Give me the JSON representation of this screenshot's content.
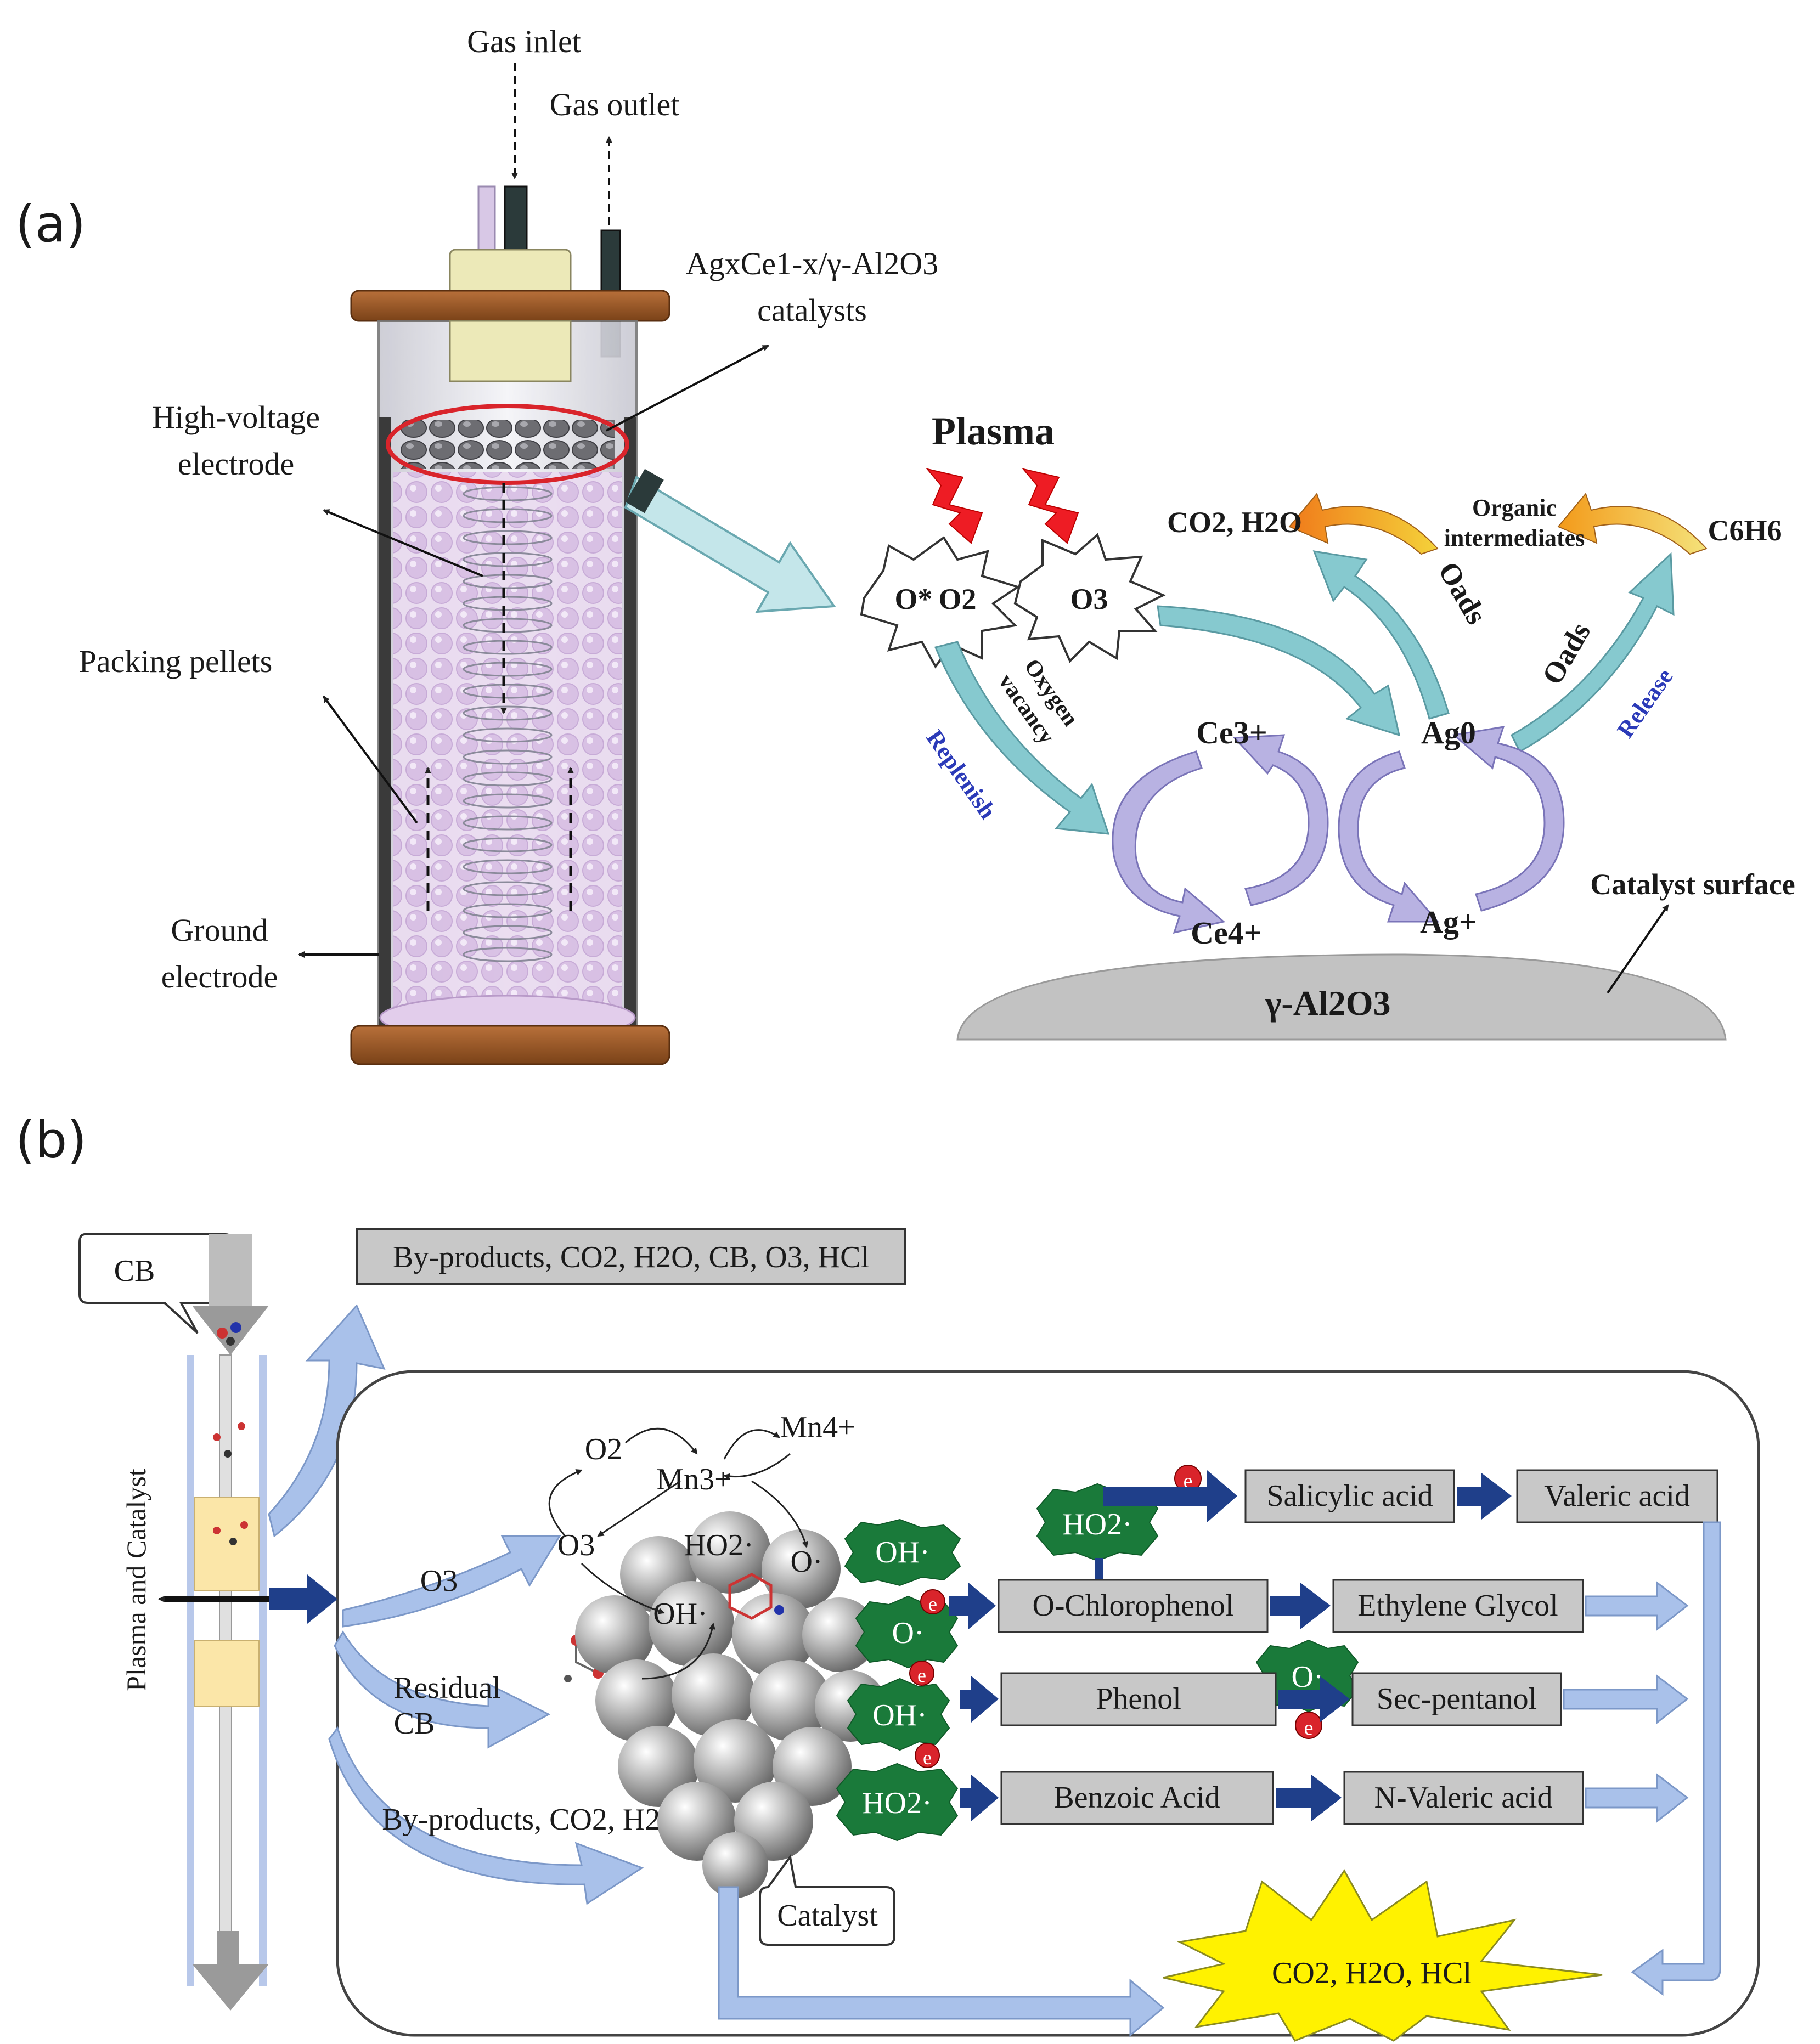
{
  "panel_a": {
    "label": "(a)",
    "gas_inlet": "Gas inlet",
    "gas_outlet": "Gas outlet",
    "catalyst_1": "AgxCe1-x/γ-Al2O3",
    "catalyst_2": "catalysts",
    "hv_1": "High-voltage",
    "hv_2": "electrode",
    "packing": "Packing pellets",
    "ground_1": "Ground",
    "ground_2": "electrode",
    "plasma": "Plasma",
    "o_star": "O*",
    "o2": "O2",
    "o3": "O3",
    "co2_h2o": "CO2, H2O",
    "organic_1": "Organic",
    "organic_2": "intermediates",
    "c6h6": "C6H6",
    "oads": "Oads",
    "oxygen_1": "Oxygen",
    "oxygen_2": "vacancy",
    "replenish": "Replenish",
    "release": "Release",
    "ce3": "Ce3+",
    "ce4": "Ce4+",
    "ag0": "Ag0",
    "agp": "Ag+",
    "catalyst_surface": "Catalyst surface",
    "support": "γ-Al2O3"
  },
  "panel_b": {
    "label": "(b)",
    "cb": "CB",
    "byproducts_top": "By-products, CO2, H2O, CB, O3, HCl",
    "plasma_catalyst": "Plasma and Catalyst",
    "o2": "O2",
    "mn4": "Mn4+",
    "mn3": "Mn3+",
    "o3": "O3",
    "ho2": "HO2·",
    "o_dot": "O·",
    "oh": "OH·",
    "o3_arrow": "O3",
    "residual_1": "Residual",
    "residual_2": "CB",
    "byproducts_bottom": "By-products, CO2, H2O",
    "catalyst": "Catalyst",
    "e": "e",
    "salicylic": "Salicylic acid",
    "valeric": "Valeric acid",
    "chlorophenol": "O-Chlorophenol",
    "ethylene": "Ethylene Glycol",
    "phenol": "Phenol",
    "secpentanol": "Sec-pentanol",
    "benzoic": "Benzoic Acid",
    "nvaleric": "N-Valeric acid",
    "final": "CO2, H2O, HCl"
  },
  "colors": {
    "ring_red": "#d9242b",
    "pellet_pink": "#dcc2e6",
    "cap_brown": "#9a5a2a",
    "teal_arrow": "#86c9cf",
    "lavender": "#a8a2d8",
    "radical_green": "#1a7a3a",
    "box_gray": "#c8c8c8",
    "navy": "#1f3f8a",
    "light_blue": "#a9c1ea",
    "star_yellow": "#fff200"
  }
}
